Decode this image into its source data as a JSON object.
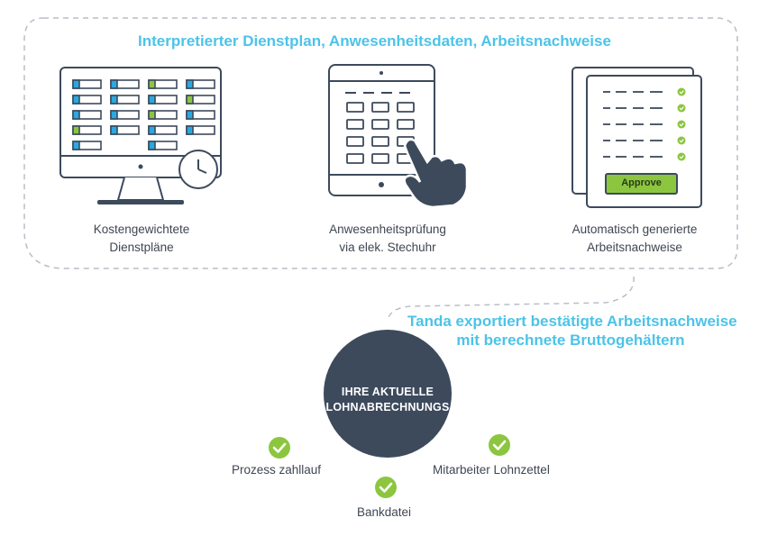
{
  "diagram": {
    "top_title": "Interpretierter Dienstplan,  Anwesenheitsdaten, Arbeitsnachweise",
    "features": [
      {
        "line1": "Kostengewichtete",
        "line2": "Dienstpläne",
        "icon": "monitor-schedule-icon"
      },
      {
        "line1": "Anwesenheitsprüfung",
        "line2": "via elek. Stechuhr",
        "icon": "tablet-timeclock-icon"
      },
      {
        "line1": "Automatisch generierte",
        "line2": "Arbeitsnachweise",
        "icon": "timesheet-approve-icon",
        "button_label": "Approve"
      }
    ],
    "export_text": {
      "line1": "Tanda exportiert bestätigte Arbeitsnachweise",
      "line2": "mit berechnete Bruttogehältern"
    },
    "center": {
      "line1": "IHRE AKTUELLE",
      "line2": "LOHNABRECHNUNGS"
    },
    "outputs": [
      {
        "label": "Prozess zahllauf"
      },
      {
        "label": "Bankdatei"
      },
      {
        "label": "Mitarbeiter Lohnzettel"
      }
    ],
    "colors": {
      "accent": "#4cc3e8",
      "dark": "#3d4a5c",
      "green": "#8cc63f",
      "blue": "#29a9e0",
      "text": "#3f4652"
    }
  }
}
